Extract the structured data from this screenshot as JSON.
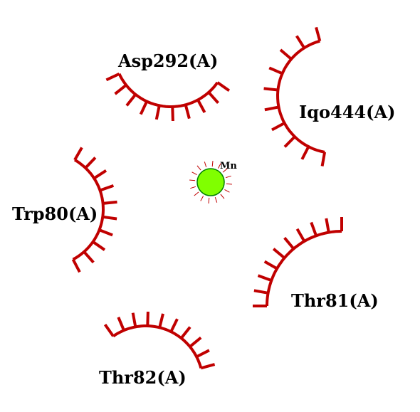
{
  "colors": {
    "residue": "#c00000",
    "metal_fill": "#80ff00",
    "metal_stroke": "#008000",
    "metal_rays": "#c00000",
    "text": "#000000"
  },
  "metal": {
    "label": "Mn"
  },
  "residues": [
    {
      "label": "Asp292(A)"
    },
    {
      "label": "Iqo444(A)"
    },
    {
      "label": "Trp80(A)"
    },
    {
      "label": "Thr81(A)"
    },
    {
      "label": "Thr82(A)"
    }
  ]
}
